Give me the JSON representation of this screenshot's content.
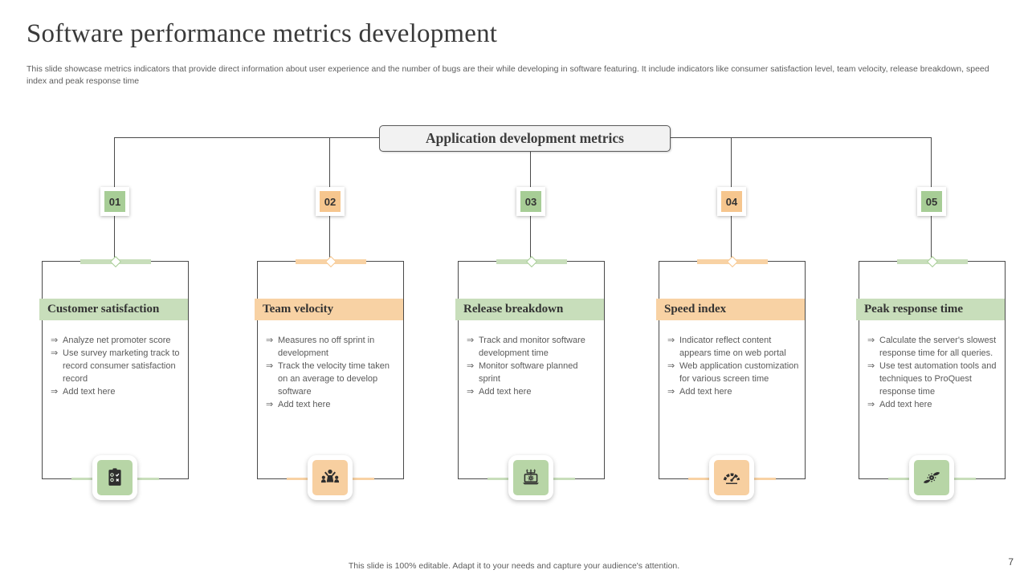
{
  "slide": {
    "title": "Software performance metrics development",
    "subtitle": "This slide showcase metrics indicators that provide direct information about user experience and the number of bugs are their while developing in software featuring. It include indicators like consumer satisfaction level, team velocity, release breakdown, speed index and peak response time",
    "footer": "This slide is 100% editable. Adapt it to your needs and capture your audience's attention.",
    "page_number": "7"
  },
  "diagram": {
    "root_label": "Application development metrics",
    "bullet_marker": "⇒",
    "columns": [
      {
        "number": "01",
        "theme": "green",
        "title": "Customer satisfaction",
        "icon": "feedback-clipboard-icon",
        "bullets": [
          "Analyze net promoter score",
          "Use survey marketing track to record consumer satisfaction record",
          "Add text here"
        ]
      },
      {
        "number": "02",
        "theme": "orange",
        "title": "Team velocity",
        "icon": "team-icon",
        "bullets": [
          "Measures no off sprint in development",
          "Track the velocity time taken on an average  to develop software",
          "Add text here"
        ]
      },
      {
        "number": "03",
        "theme": "green",
        "title": "Release breakdown",
        "icon": "laptop-gear-icon",
        "bullets": [
          "Track and monitor software development  time",
          "Monitor software planned  sprint",
          "Add text here"
        ]
      },
      {
        "number": "04",
        "theme": "orange",
        "title": "Speed index",
        "icon": "speedometer-icon",
        "bullets": [
          "Indicator reflect content appears time on web portal",
          "Web application customization for various  screen time",
          "Add text here"
        ]
      },
      {
        "number": "05",
        "theme": "green",
        "title": "Peak response time",
        "icon": "hands-gear-icon",
        "bullets": [
          "Calculate the server's slowest response time for all queries.",
          "Use test automation tools and techniques to ProQuest response time",
          "Add text here"
        ]
      }
    ]
  },
  "colors": {
    "green_band": "#c8debb",
    "green_badge": "#a7cd96",
    "green_icon_bg": "#b7d5a6",
    "orange_band": "#f8d2a4",
    "orange_badge": "#f6c68e",
    "orange_icon_bg": "#f7cfa0",
    "connector_line": "#4a4a4a",
    "title_text": "#3a3a3a",
    "body_text": "#5a5a5a",
    "root_box_fill": "#f2f2f2"
  }
}
